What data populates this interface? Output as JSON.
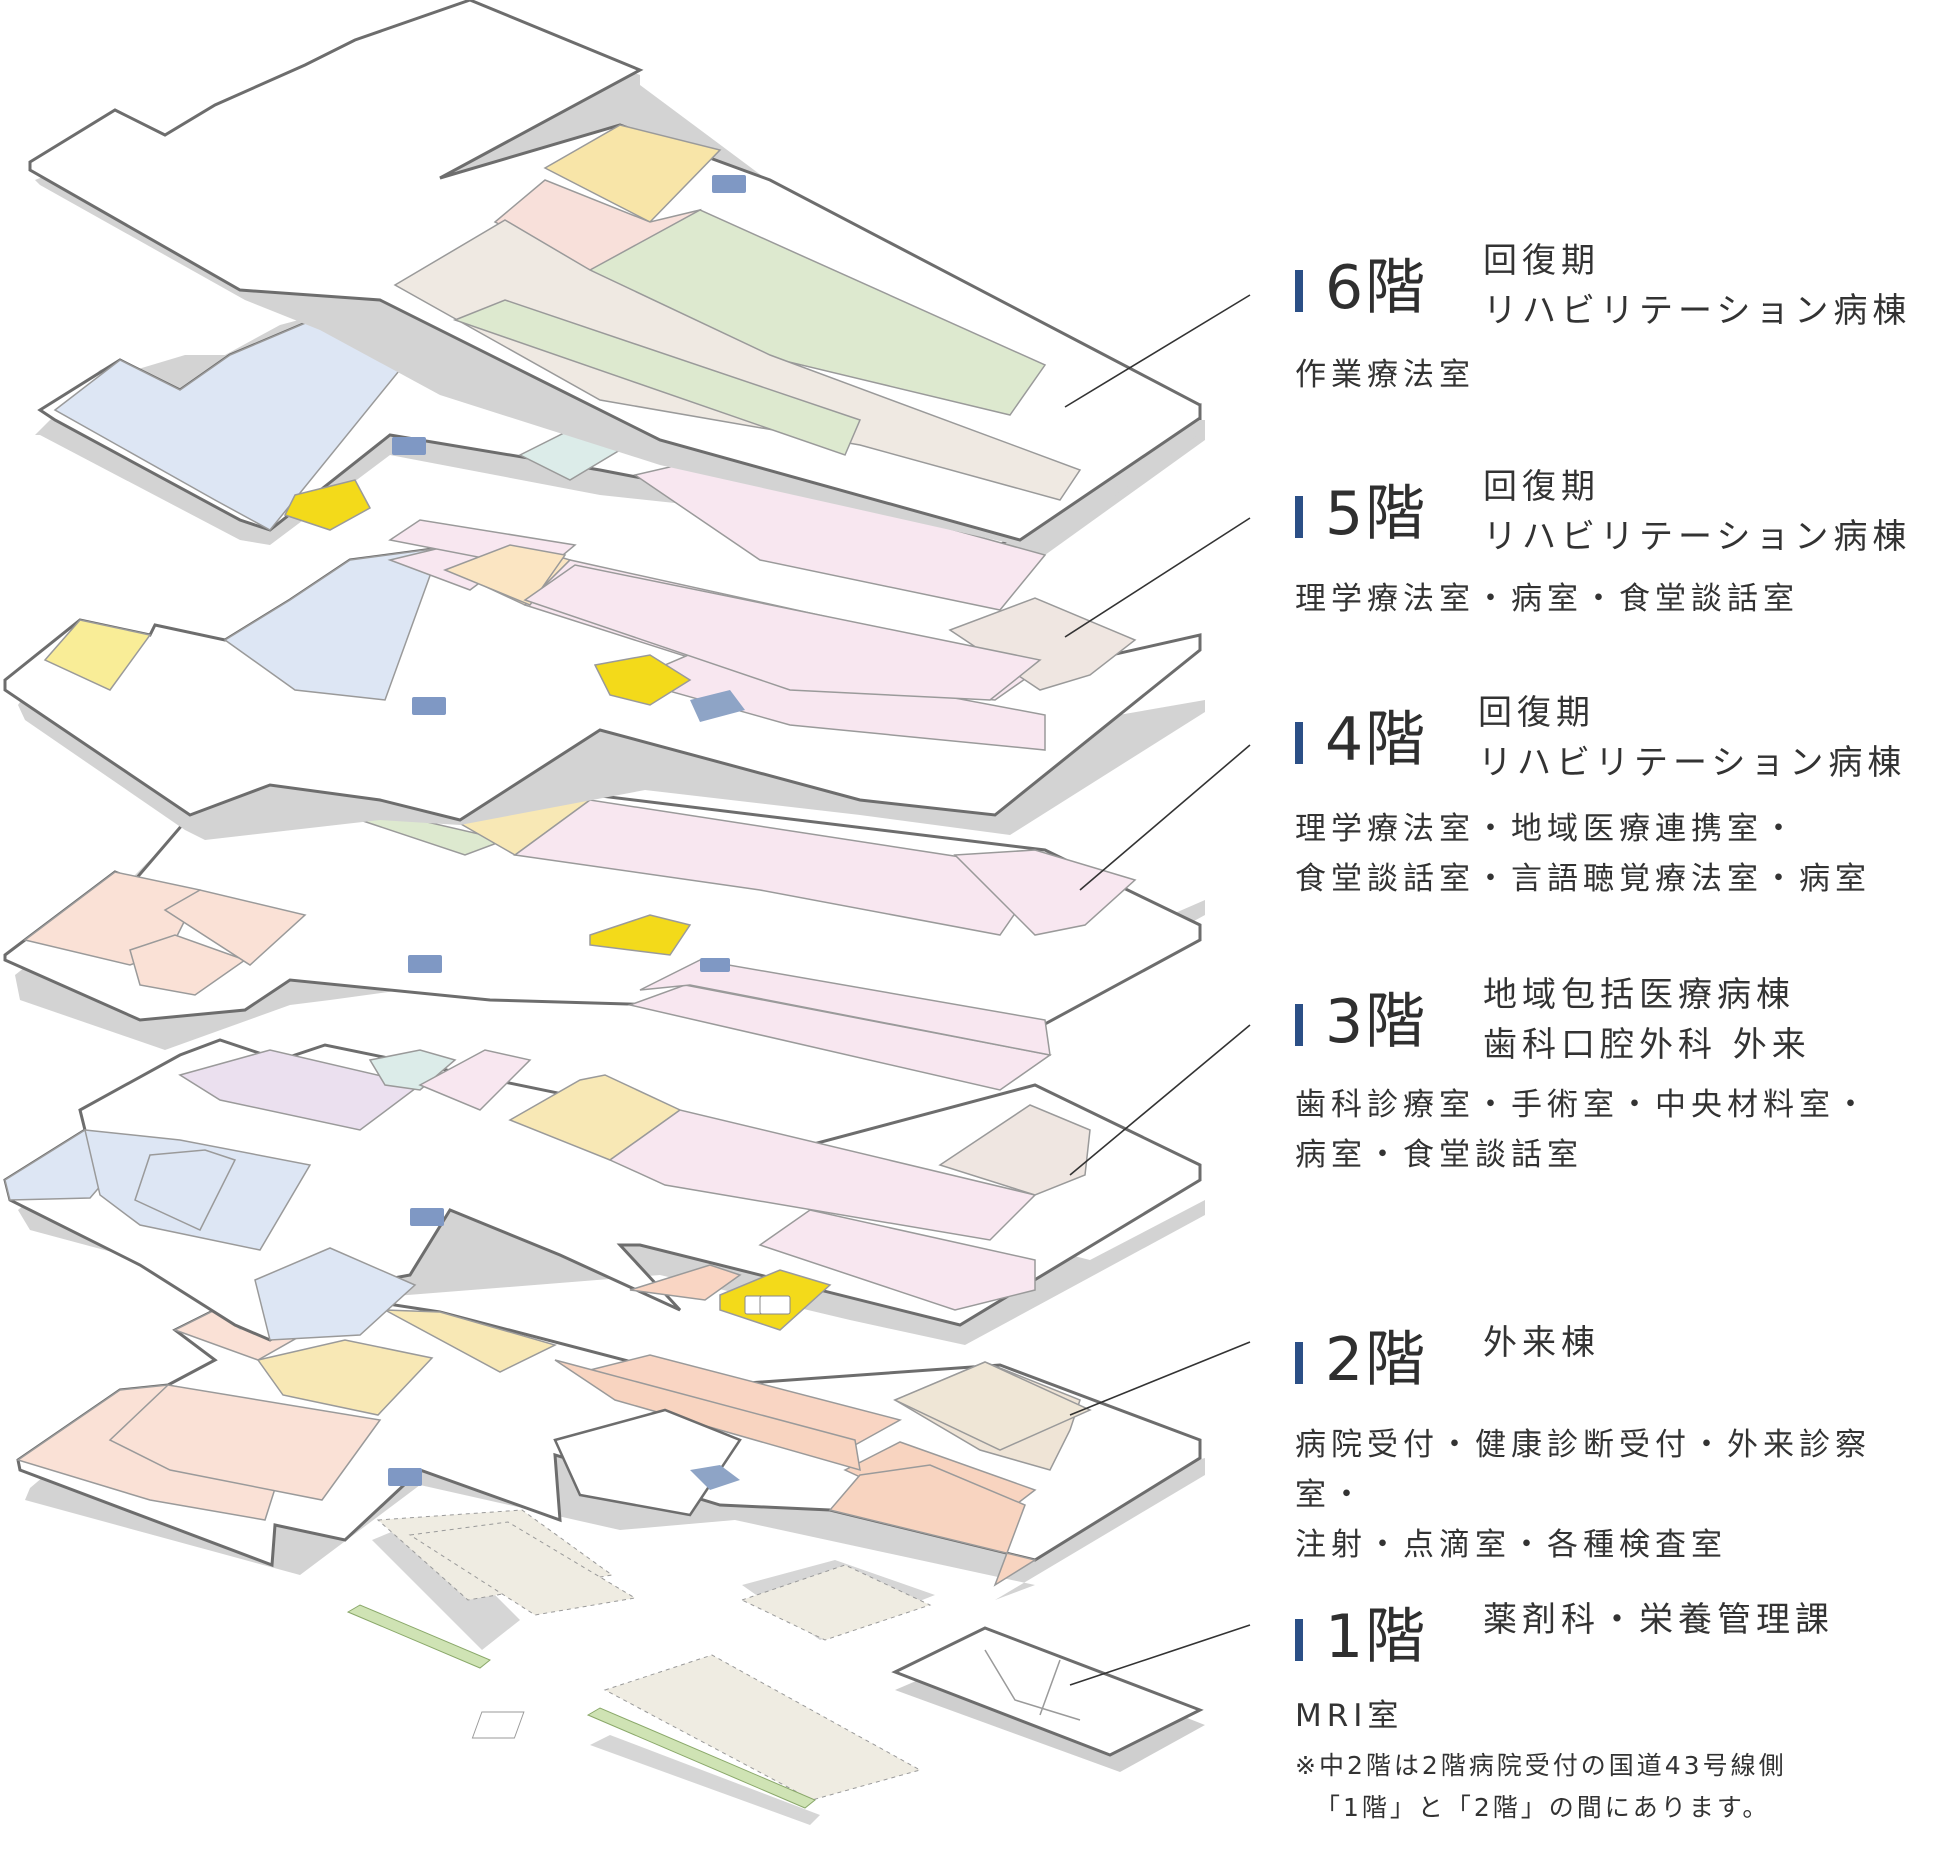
{
  "floors": [
    {
      "id": "6",
      "label": "6階",
      "ward": [
        "回復期",
        "リハビリテーション病棟"
      ],
      "rooms": [
        "作業療法室"
      ]
    },
    {
      "id": "5",
      "label": "5階",
      "ward": [
        "回復期",
        "リハビリテーション病棟"
      ],
      "rooms": [
        "理学療法室・病室・食堂談話室"
      ]
    },
    {
      "id": "4",
      "label": "4階",
      "ward": [
        "回復期",
        "リハビリテーション病棟"
      ],
      "rooms": [
        "理学療法室・地域医療連携室・",
        "食堂談話室・言語聴覚療法室・病室"
      ]
    },
    {
      "id": "3",
      "label": "3階",
      "ward": [
        "地域包括医療病棟",
        "歯科口腔外科 外来"
      ],
      "rooms": [
        "歯科診療室・手術室・中央材料室・",
        "病室・食堂談話室"
      ]
    },
    {
      "id": "2",
      "label": "2階",
      "ward": [
        "外来棟"
      ],
      "rooms": [
        "病院受付・健康診断受付・外来診察室・",
        "注射・点滴室・各種検査室"
      ]
    },
    {
      "id": "1",
      "label": "1階",
      "ward": [
        "薬剤科・栄養管理課"
      ],
      "rooms": [
        "MRI室"
      ]
    }
  ],
  "note": [
    "※中2階は2階病院受付の国道43号線側",
    "「1階」と「2階」の間にあります。"
  ],
  "colors": {
    "accent_bar": "#2b4f86",
    "outline": "#6d6d6d",
    "shadow": "#d3d3d3",
    "rehab_green": "#dde9cf",
    "beige": "#efe9e2",
    "pink_room": "#f8e7f0",
    "blue_room": "#dde6f4",
    "yellow_room": "#f8e5a8",
    "salmon_room": "#f9d9c8",
    "teal_room": "#dcece9",
    "lavender_room": "#ebe0ef",
    "toilet_sign": "#7f98c4",
    "accessible_toilet": "#f3da1a"
  }
}
